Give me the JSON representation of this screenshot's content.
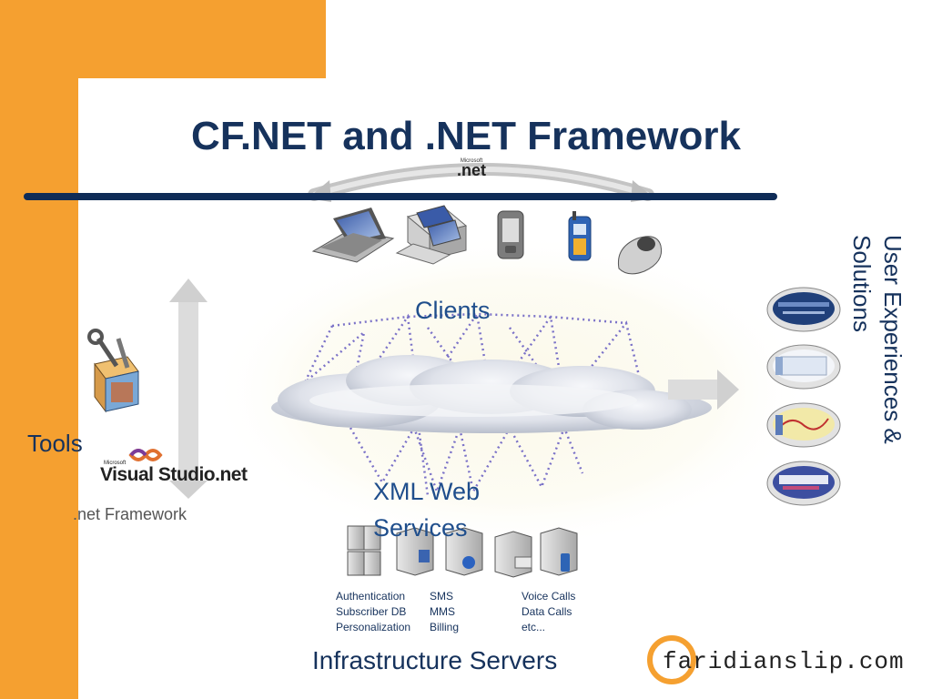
{
  "title": "CF.NET and .NET Framework",
  "dotnet_logo": {
    "brand_small": "Microsoft",
    "brand": ".net"
  },
  "labels": {
    "clients": "Clients",
    "xml_web_services": "XML Web Services",
    "tools": "Tools",
    "infrastructure_servers": "Infrastructure Servers",
    "user_experiences": "User Experiences & Solutions"
  },
  "tools": {
    "visual_studio_ms": "Microsoft",
    "visual_studio": "Visual Studio.net",
    "framework": ".net Framework"
  },
  "services": {
    "col1": [
      "Authentication",
      "Subscriber DB",
      "Personalization"
    ],
    "col2": [
      "SMS",
      "MMS",
      "Billing"
    ],
    "col3": [
      "Voice Calls",
      "Data Calls",
      "etc..."
    ]
  },
  "brand": "faridianslip.com",
  "colors": {
    "orange": "#F5A030",
    "navy": "#16325C",
    "blue": "#1F4E8C"
  }
}
